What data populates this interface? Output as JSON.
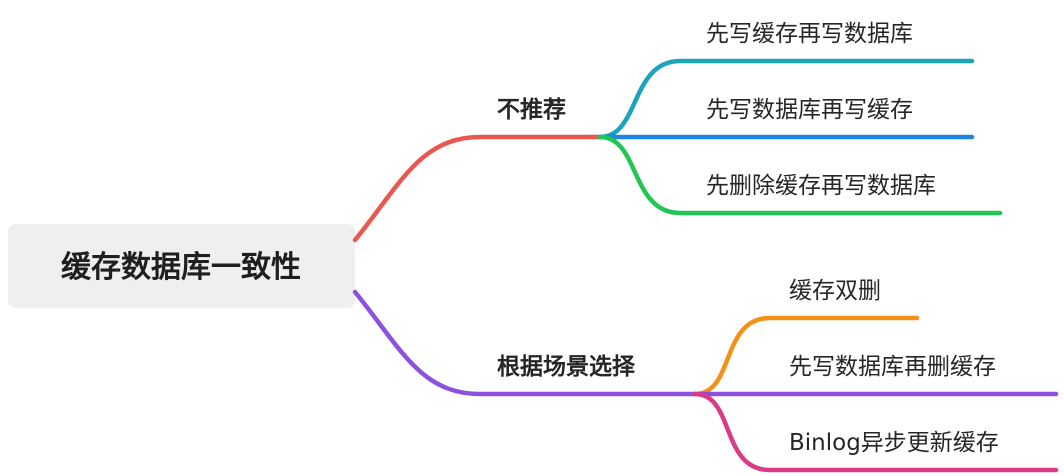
{
  "colors": {
    "root_bg": "#eef0ef",
    "root_text": "#1f1f1f",
    "text": "#262626",
    "branch_top": "#e8584e",
    "branch_bottom": "#8c52dd",
    "leaf_top_1": "#1aa5bd",
    "leaf_top_2": "#1d84e3",
    "leaf_top_3": "#21c655",
    "leaf_bottom_1": "#f39118",
    "leaf_bottom_2": "#8c52dd",
    "leaf_bottom_3": "#db3b86"
  },
  "root": {
    "label": "缓存数据库一致性"
  },
  "branches": [
    {
      "label": "不推荐",
      "children": [
        {
          "label": "先写缓存再写数据库"
        },
        {
          "label": "先写数据库再写缓存"
        },
        {
          "label": "先删除缓存再写数据库"
        }
      ]
    },
    {
      "label": "根据场景选择",
      "children": [
        {
          "label": "缓存双删"
        },
        {
          "label": "先写数据库再删缓存"
        },
        {
          "label": "Binlog异步更新缓存"
        }
      ]
    }
  ]
}
